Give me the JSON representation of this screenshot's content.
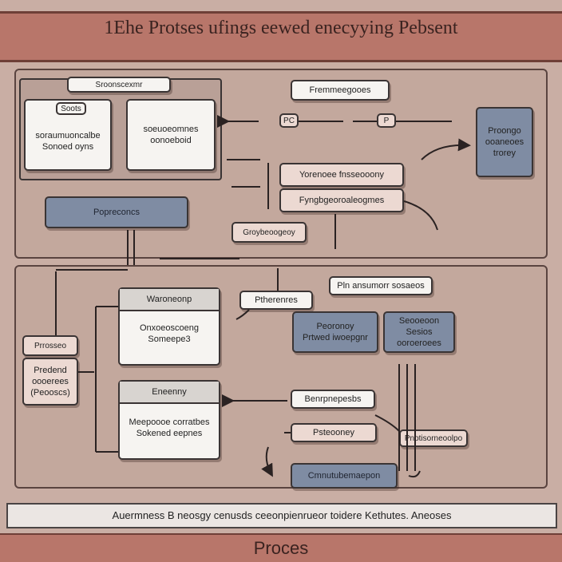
{
  "title": "1Ehe Protses ufings eewed enecyying Pebsent",
  "top_panel": {
    "group_header": "Sroonscexmr",
    "card_left": {
      "tag": "Soots",
      "text": "soraumuoncalbe\nSonoed oyns"
    },
    "card_right": {
      "text": "soeuoeomnes\noonoeboid"
    },
    "blue_bar": "Popreconcs",
    "top_label": "Fremmeegooes",
    "small_box_1": "PC",
    "small_box_2": "P",
    "mid_box_1": "Yorenoee fnsseooony",
    "mid_box_2": "Fyngbgeoroaleogmes",
    "pink_box": "Groybeoogeoy",
    "right_blue": "Proongo\nooaneoes\ntrorey"
  },
  "bottom_panel": {
    "left_header": "Waroneonp",
    "left_body": "Onxoeoscoeng\nSomeepe3",
    "side_tag": "Prrosseo",
    "side_body": "Predend\noooerees\n(Peooscs)",
    "lower_header": "Eneenny",
    "lower_body": "Meepoooe corratbes\nSokened eepnes",
    "mid_label": "Ptherenres",
    "top_right_label": "Pln ansumorr sosaeos",
    "blue_left": "Peoronoy\nPrtwed iwoepgnr",
    "blue_right": "Seooeoon\nSesios\nooroeroees",
    "label_center": "Benrpnepesbs",
    "pink_center": "Psteooney",
    "pink_right": "Pnotisorneoolpo",
    "blue_bottom": "Cmnutubemaepon"
  },
  "footer": "Auermness  B neosgy cenusds ceeonpienrueor toidere Kethutes.  Aneoses",
  "bottom_label": "Proces"
}
